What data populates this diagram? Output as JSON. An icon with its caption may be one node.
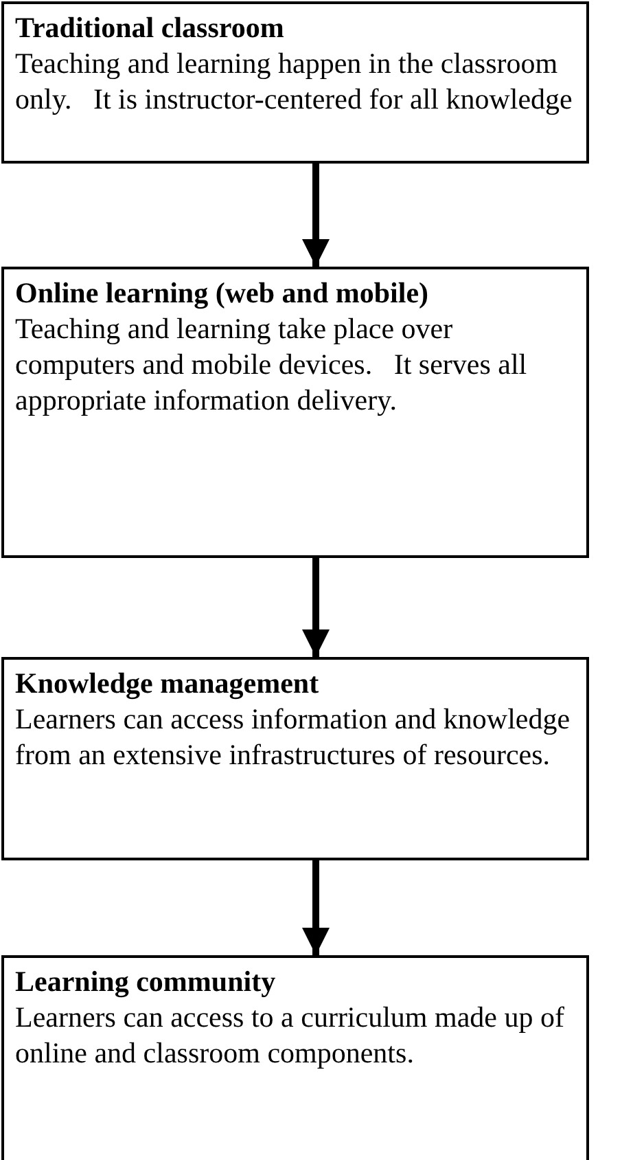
{
  "diagram": {
    "nodes": [
      {
        "text": [
          "Traditional classroom",
          "Teaching and learning happen in the classroom only.   It is instructor-centered for all knowledge"
        ]
      },
      {
        "text": [
          "Online learning (web and mobile)",
          "Teaching and learning take place over computers and mobile devices.   It serves all appropriate information delivery."
        ]
      },
      {
        "text": [
          "Knowledge management",
          "Learners can access information and knowledge from an extensive infrastructures of resources."
        ]
      },
      {
        "text": [
          "Learning community",
          "Learners can access to a curriculum made up of online and classroom components."
        ]
      }
    ],
    "edges": [
      {
        "from": 0,
        "to": 1,
        "arrow": "to"
      },
      {
        "from": 1,
        "to": 2,
        "arrow": "to"
      },
      {
        "from": 2,
        "to": 3,
        "arrow": "to"
      }
    ]
  }
}
